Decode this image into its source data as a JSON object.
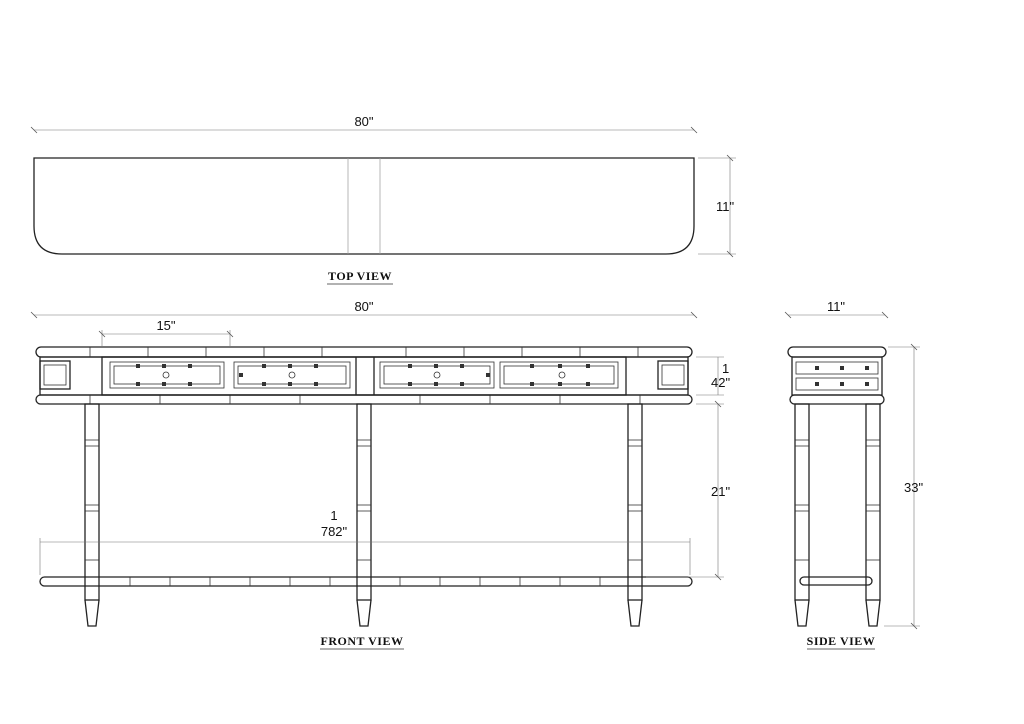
{
  "views": {
    "top": {
      "title": "TOP VIEW",
      "width": "80\"",
      "depth": "11\""
    },
    "front": {
      "title": "FRONT VIEW",
      "width": "80\"",
      "drawer_width": "15\"",
      "apron_line1": "1",
      "apron_line2": "42\"",
      "leg_height": "21\"",
      "stretcher_line1": "1",
      "stretcher_line2": "782\""
    },
    "side": {
      "title": "SIDE VIEW",
      "depth": "11\"",
      "height": "33\""
    }
  }
}
